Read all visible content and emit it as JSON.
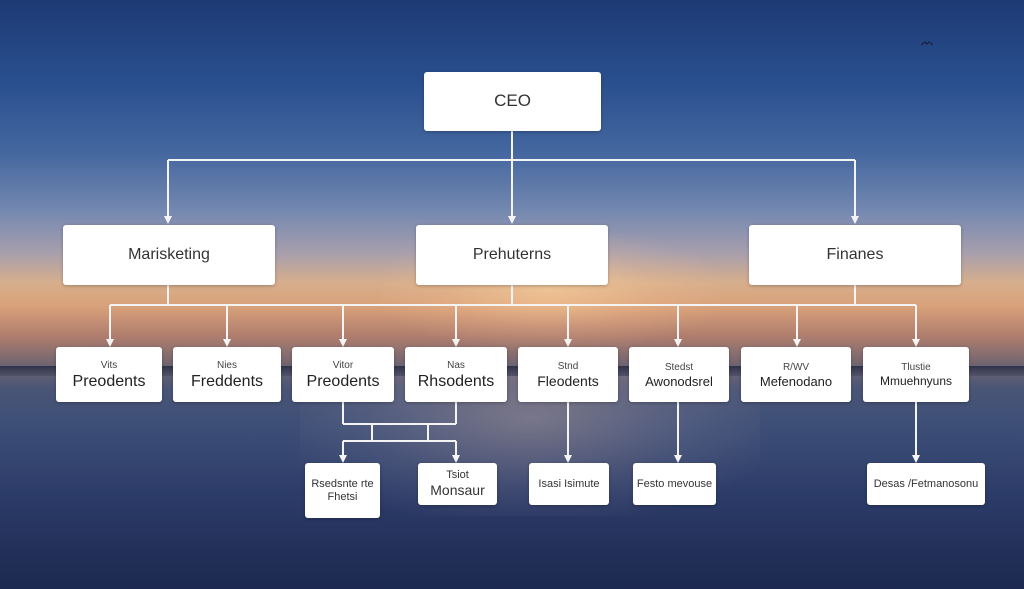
{
  "chart_title": "",
  "nodes": {
    "ceo": {
      "label": "CEO"
    },
    "marketing": {
      "label": "Marisketing"
    },
    "products": {
      "label": "Prehuterns"
    },
    "finance": {
      "label": "Finanes"
    },
    "vp1": {
      "top": "Vits",
      "bottom": "Preodents"
    },
    "vp2": {
      "top": "Nies",
      "bottom": "Freddents"
    },
    "vp3": {
      "top": "Vitor",
      "bottom": "Preodents"
    },
    "vp4": {
      "top": "Nas",
      "bottom": "Rhsodents"
    },
    "vp5": {
      "top": "Stnd",
      "bottom": "Fleodents"
    },
    "vp6": {
      "top": "Stedst",
      "bottom": "Awonodsrel"
    },
    "vp7": {
      "top": "R/WV",
      "bottom": "Mefenodano"
    },
    "vp8": {
      "top": "Tlustie",
      "bottom": "Mmuehnyuns"
    },
    "leaf1": {
      "line1": "Rsedsnte rte",
      "line2": "Fhetsi"
    },
    "leaf2": {
      "line1": "Tsiot",
      "line2": "Monsaur"
    },
    "leaf3": {
      "label": "Isasi Isimute"
    },
    "leaf4": {
      "label": "Festo mevouse"
    },
    "leaf5": {
      "label": "Desas /Fetmanosonu"
    }
  },
  "colors": {
    "connector": "#f4f4f4",
    "node_fill": "#ffffff"
  }
}
